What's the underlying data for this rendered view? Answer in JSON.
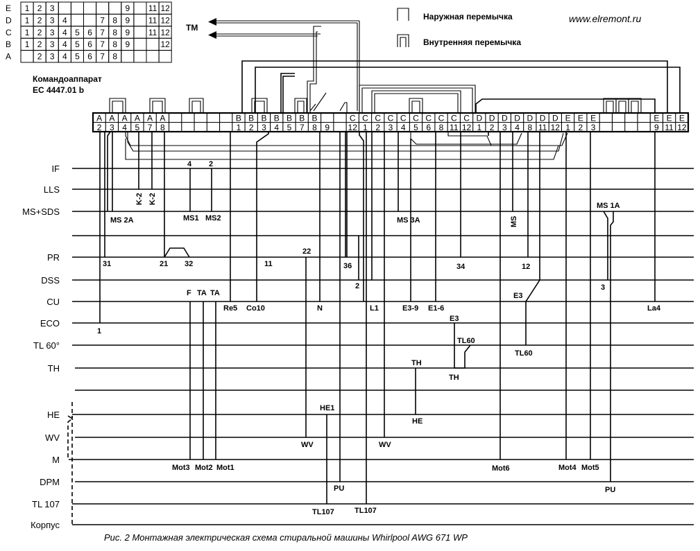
{
  "title": "Рис. 2   Монтажная электрическая схема стиральной машины Whirlpool AWG 671 WP",
  "website": "www.elremont.ru",
  "legend": {
    "outer": "Наружная перемычка",
    "inner": "Внутренняя перемычка"
  },
  "controller": {
    "line1": "Командоаппарат",
    "line2": "ЕС 4447.01 b",
    "tm": "TM",
    "table": [
      {
        "row": "E",
        "cells": [
          "1",
          "2",
          "3",
          "",
          "",
          "",
          "",
          "",
          "9",
          "",
          "11",
          "12"
        ]
      },
      {
        "row": "D",
        "cells": [
          "1",
          "2",
          "3",
          "4",
          "",
          "",
          "7",
          "8",
          "9",
          "",
          "11",
          "12"
        ]
      },
      {
        "row": "C",
        "cells": [
          "1",
          "2",
          "3",
          "4",
          "5",
          "6",
          "7",
          "8",
          "9",
          "",
          "11",
          "12"
        ]
      },
      {
        "row": "B",
        "cells": [
          "1",
          "2",
          "3",
          "4",
          "5",
          "6",
          "7",
          "8",
          "9",
          "",
          "",
          "12"
        ]
      },
      {
        "row": "A",
        "cells": [
          "",
          "2",
          "3",
          "4",
          "5",
          "6",
          "7",
          "8",
          "",
          "",
          "",
          ""
        ]
      }
    ]
  },
  "connector": [
    {
      "letter": "A",
      "num": "2"
    },
    {
      "letter": "A",
      "num": "3"
    },
    {
      "letter": "A",
      "num": "4"
    },
    {
      "letter": "A",
      "num": "5"
    },
    {
      "letter": "A",
      "num": "7"
    },
    {
      "letter": "A",
      "num": "8"
    },
    {
      "letter": "",
      "num": ""
    },
    {
      "letter": "",
      "num": ""
    },
    {
      "letter": "",
      "num": ""
    },
    {
      "letter": "",
      "num": ""
    },
    {
      "letter": "",
      "num": ""
    },
    {
      "letter": "B",
      "num": "1"
    },
    {
      "letter": "B",
      "num": "2"
    },
    {
      "letter": "B",
      "num": "3"
    },
    {
      "letter": "B",
      "num": "4"
    },
    {
      "letter": "B",
      "num": "5"
    },
    {
      "letter": "B",
      "num": "7"
    },
    {
      "letter": "B",
      "num": "8"
    },
    {
      "letter": "",
      "num": "9"
    },
    {
      "letter": "",
      "num": ""
    },
    {
      "letter": "C",
      "num": "12"
    },
    {
      "letter": "C",
      "num": "1"
    },
    {
      "letter": "C",
      "num": "2"
    },
    {
      "letter": "C",
      "num": "3"
    },
    {
      "letter": "C",
      "num": "4"
    },
    {
      "letter": "C",
      "num": "5"
    },
    {
      "letter": "C",
      "num": "6"
    },
    {
      "letter": "C",
      "num": "8"
    },
    {
      "letter": "C",
      "num": "11"
    },
    {
      "letter": "C",
      "num": "12"
    },
    {
      "letter": "D",
      "num": "1"
    },
    {
      "letter": "D",
      "num": "2"
    },
    {
      "letter": "D",
      "num": "3"
    },
    {
      "letter": "D",
      "num": "4"
    },
    {
      "letter": "D",
      "num": "8"
    },
    {
      "letter": "D",
      "num": "11"
    },
    {
      "letter": "D",
      "num": "12"
    },
    {
      "letter": "E",
      "num": "1"
    },
    {
      "letter": "E",
      "num": "2"
    },
    {
      "letter": "E",
      "num": "3"
    },
    {
      "letter": "",
      "num": ""
    },
    {
      "letter": "",
      "num": ""
    },
    {
      "letter": "",
      "num": ""
    },
    {
      "letter": "",
      "num": ""
    },
    {
      "letter": "E",
      "num": "9"
    },
    {
      "letter": "E",
      "num": "11"
    },
    {
      "letter": "E",
      "num": "12"
    }
  ],
  "rows": [
    "IF",
    "LLS",
    "MS+SDS",
    "PR",
    "DSS",
    "CU",
    "ECO",
    "TL 60°",
    "TH",
    "HE",
    "WV",
    "M",
    "DPM",
    "TL 107",
    "Корпус"
  ],
  "labels": {
    "ms2a": "MS 2A",
    "k2a": "K-2",
    "k2b": "K-2",
    "n4": "4",
    "n2": "2",
    "ms1": "MS1",
    "ms2": "MS2",
    "ms3a": "MS  3A",
    "ms": "MS",
    "ms1a": "MS 1A",
    "pr31": "31",
    "pr21": "21",
    "pr32": "32",
    "pr11": "11",
    "pr22": "22",
    "pr36": "36",
    "pr34": "34",
    "pr12": "12",
    "dss2": "2",
    "dss3": "3",
    "f": "F",
    "ta1": "TA",
    "ta2": "TA",
    "re5": "Re5",
    "co10": "Co10",
    "n": "N",
    "l1": "L1",
    "e39": "E3-9",
    "e16": "E1-6",
    "e3a": "E3",
    "la4": "La4",
    "eco1": "1",
    "e3b": "E3",
    "tl60a": "TL60",
    "tl60b": "TL60",
    "tha": "TH",
    "thb": "TH",
    "he": "HE",
    "he1": "HE1",
    "wv1": "WV",
    "wv2": "WV",
    "mot3": "Mot3",
    "mot2": "Mot2",
    "mot1": "Mot1",
    "mot6": "Mot6",
    "mot4": "Mot4",
    "mot5": "Mot5",
    "pu1": "PU",
    "pu2": "PU",
    "tl107a": "TL107",
    "tl107b": "TL107"
  }
}
